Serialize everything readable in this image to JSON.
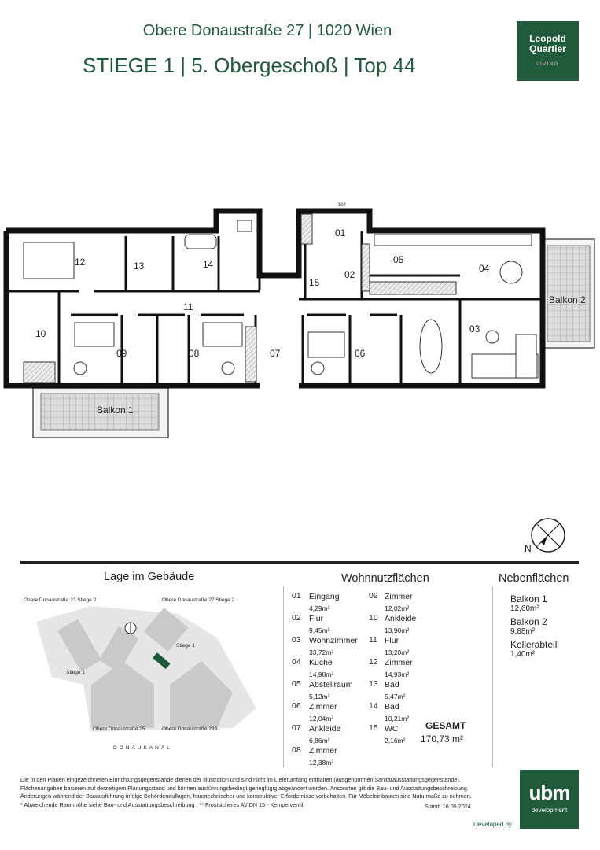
{
  "header": {
    "address": "Obere Donaustraße 27 | 1020 Wien",
    "unit": "STIEGE 1 | 5. Obergeschoß  | Top 44"
  },
  "logo": {
    "line1": "Leopold",
    "line2": "Quartier",
    "line3": "LIVING"
  },
  "plan": {
    "labels": [
      "01",
      "02",
      "03",
      "04",
      "05",
      "06",
      "07",
      "08",
      "09",
      "10",
      "11",
      "12",
      "13",
      "14",
      "15"
    ],
    "balcony1": "Balkon 1",
    "balcony2": "Balkon 2",
    "door_tag": "104"
  },
  "compass": {
    "label": "N"
  },
  "location": {
    "title": "Lage im Gebäude",
    "street_tl": "Obere Donaustraße 23 Stiege 2",
    "street_tr": "Obere Donaustraße 27 Stiege 2",
    "stiege1_r": "Stiege 1",
    "stiege1_l": "Stiege 1",
    "street_bl": "Obere Donaustraße 25",
    "street_br": "Obere Donaustraße 29A",
    "canal": "DONAUKANAL"
  },
  "areas": {
    "title": "Wohnnutzflächen",
    "rooms_left": [
      {
        "num": "01",
        "name": "Eingang",
        "area": "4,29m²"
      },
      {
        "num": "02",
        "name": "Flur",
        "area": "9,45m²"
      },
      {
        "num": "03",
        "name": "Wohnzimmer",
        "area": "33,72m²"
      },
      {
        "num": "04",
        "name": "Küche",
        "area": "14,98m²"
      },
      {
        "num": "05",
        "name": "Abstellraum",
        "area": "5,12m²"
      },
      {
        "num": "06",
        "name": "Zimmer",
        "area": "12,04m²"
      },
      {
        "num": "07",
        "name": "Ankleide",
        "area": "6,86m²"
      },
      {
        "num": "08",
        "name": "Zimmer",
        "area": "12,38m²"
      }
    ],
    "rooms_right": [
      {
        "num": "09",
        "name": "Zimmer",
        "area": "12,02m²"
      },
      {
        "num": "10",
        "name": "Ankleide",
        "area": "13,90m²"
      },
      {
        "num": "11",
        "name": "Flur",
        "area": "13,20m²"
      },
      {
        "num": "12",
        "name": "Zimmer",
        "area": "14,93m²"
      },
      {
        "num": "13",
        "name": "Bad",
        "area": "5,47m²"
      },
      {
        "num": "14",
        "name": "Bad",
        "area": "10,21m²"
      },
      {
        "num": "15",
        "name": "WC",
        "area": "2,16m²"
      }
    ],
    "total_label": "GESAMT",
    "total_value": "170,73 m²"
  },
  "extra": {
    "title": "Nebenflächen",
    "items": [
      {
        "name": "Balkon 1",
        "area": "12,60m²"
      },
      {
        "name": "Balkon 2",
        "area": "9,88m²"
      },
      {
        "name": "Kellerabteil",
        "area": "1,40m²"
      }
    ]
  },
  "footer": {
    "line1": "Die in den Plänen eingezeichneten Einrichtungsgegenstände dienen der Illustration und sind nicht im Lieferumfang enthalten (ausgenommen Sanitärausstattungsgegenstände).",
    "line2": "Flächenangaben basieren auf derzeitigem Planungsstand und können ausführungsbedingt geringfügig abgeändert werden. Ansonsten gilt die Bau- und Ausstattungsbeschreibung.",
    "line3": "Änderungen während der Bauausführung infolge Behördenauflagen, haustechnischer und konstruktiver Erfordernisse vorbehalten. Für Möbeleinbauten sind Naturmaße zu nehmen.",
    "line4": "* Abweichende Raumhöhe siehe Bau- und Ausstattungsbeschreibung . ** Frostsicheres AV DN 15 - Kemperventil",
    "stand": "Stand: 16.05.2024",
    "developed_by": "Developed by"
  },
  "ubm": {
    "mark": "ubm",
    "word": "development"
  },
  "colors": {
    "brand_green": "#1f5a3a",
    "wall": "#111111",
    "logo_accent": "#e6b8c0"
  }
}
